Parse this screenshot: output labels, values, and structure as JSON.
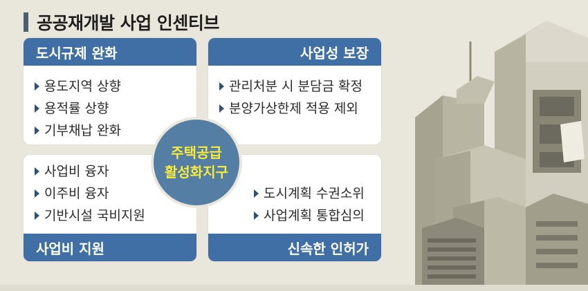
{
  "title": "공공재개발 사업 인센티브",
  "center": {
    "line1": "주택공급",
    "line2": "활성화지구"
  },
  "cards": {
    "top_left": {
      "header": "도시규제 완화",
      "items": [
        "용도지역 상향",
        "용적률 상향",
        "기부채납 완화"
      ]
    },
    "top_right": {
      "header": "사업성 보장",
      "items": [
        "관리처분 시 분담금 확정",
        "분양가상한제 적용 제외"
      ]
    },
    "bottom_left": {
      "header": "사업비 지원",
      "items": [
        "사업비 융자",
        "이주비 융자",
        "기반시설 국비지원"
      ]
    },
    "bottom_right": {
      "header": "신속한 인허가",
      "items": [
        "도시계획 수권소위",
        "사업계획 통합심의"
      ]
    }
  },
  "colors": {
    "header_blue": "#3f6fa5",
    "circle_blue": "#557ea4",
    "circle_text_yellow": "#f6ea3a",
    "background": "#e9e6db",
    "bullet": "#2f4f76"
  },
  "icons": {
    "bullet": "triangle-bullet-icon",
    "title_marker": "title-bar-icon"
  }
}
